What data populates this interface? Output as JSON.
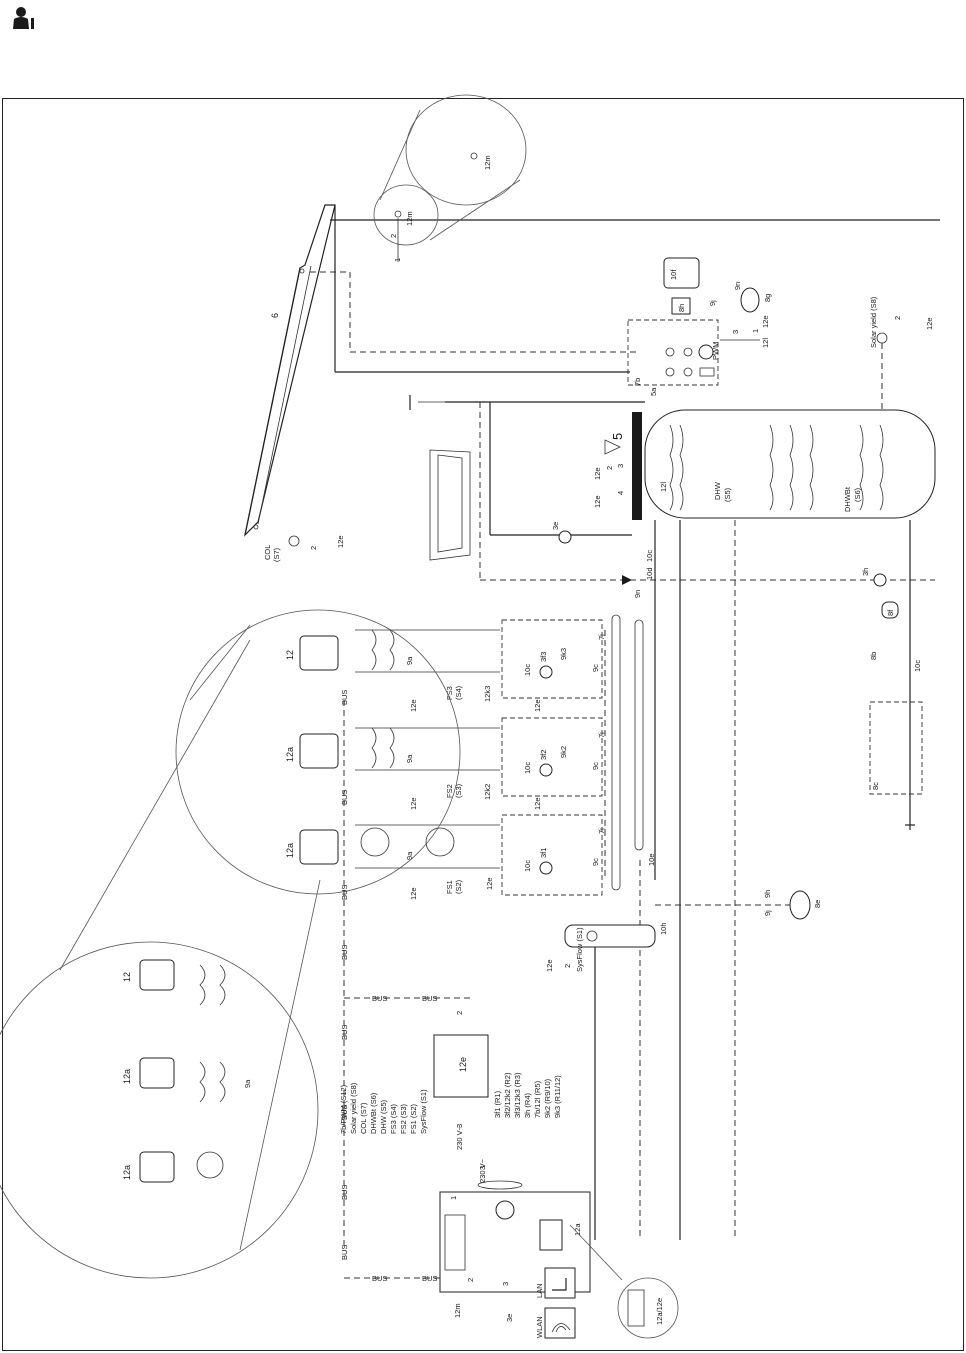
{
  "header": {
    "icon": "installer-icon"
  },
  "collector": {
    "number": "6",
    "sensor": "COL",
    "sensor_id": "(S7)",
    "wire": "2",
    "bus": "12e"
  },
  "remote": {
    "outer": "12m",
    "inner": "12m",
    "w1": "1",
    "w2": "2"
  },
  "solar_station": {
    "id": "7b",
    "pwm": "PWM",
    "s3": "3",
    "s1": "1",
    "r1": "12l",
    "r2": "12e",
    "tank_a": "10f",
    "tank_b": "8h",
    "v9n": "9n",
    "v9j": "9j",
    "v8g": "8g"
  },
  "solar_yield": {
    "label": "Solar yield (S8)",
    "wire": "2",
    "bus": "12e"
  },
  "storage": {
    "id": "5a",
    "warn": "5",
    "dhw": "DHW",
    "dhw_s": "(S5)",
    "dhwbt": "DHWBt",
    "dhwbt_s": "(S6)",
    "sensor": "12l",
    "w_top": "12e",
    "w2": "2",
    "w3": "3",
    "w4": "4",
    "w5": "5"
  },
  "dhw_pump": {
    "id": "3e"
  },
  "mix": {
    "v10c": "10c",
    "v10d": "10d",
    "v9n": "9n",
    "v3h": "3h",
    "v8f": "8f",
    "v8b": "8b",
    "wire": "12e",
    "v3": "3"
  },
  "circuits": [
    {
      "fs": "FS1",
      "s": "(S2)",
      "pump": "3f1",
      "valve": "10c",
      "sensor": "",
      "ctrl": "12a",
      "v9a": "9a",
      "v9c": "9c",
      "bus": "12e"
    },
    {
      "fs": "FS2",
      "s": "(S3)",
      "pump": "3f2",
      "valve": "10c",
      "sensor": "12k2",
      "ctrl": "12a",
      "v9a": "9a",
      "v9c": "9c",
      "mix": "9k2",
      "bus": "12e"
    },
    {
      "fs": "FS3",
      "s": "(S4)",
      "pump": "3f3",
      "valve": "10c",
      "sensor": "12k3",
      "ctrl": "12",
      "v9a": "9a",
      "v9c": "9c",
      "mix": "9k3",
      "bus": "12e"
    }
  ],
  "manifold": {
    "v10e": "10e",
    "v7j": "7j"
  },
  "sysflow": {
    "label": "SysFlow (S1)",
    "wire": "2",
    "bus": "12e",
    "v10h": "10h"
  },
  "expansion": {
    "v8e": "8e",
    "v9h": "9h",
    "v9j": "9j"
  },
  "inlet": {
    "v8c": "8c",
    "v10c": "10c"
  },
  "controller": {
    "id": "12e",
    "left": [
      "SysFlow (S1)",
      "FS1 (S2)",
      "FS2 (S3)",
      "FS3 (S4)",
      "DHW (S5)",
      "DHWBt (S6)",
      "COL (S7)",
      "Solar yield (S8)",
      "7b/PWM (S12)"
    ],
    "right": [
      "3f1 (R1)",
      "3f2/12k2 (R2)",
      "3f3/12k3 (R3)",
      "3h (R4)",
      "7b/12l (R5)",
      "9k2 (R9/10)",
      "9k3 (R11/12)"
    ],
    "power": "230 V~",
    "wire3": "3",
    "wire2": "2"
  },
  "boiler": {
    "power": "230 V~",
    "w3": "3",
    "w1": "1",
    "aux": "12a",
    "detail": "12a/12e"
  },
  "bus_label": "BUS",
  "bottom": {
    "w12m": "12m",
    "w3e": "3e",
    "w2": "2",
    "w3": "3"
  },
  "network": {
    "lan": "LAN",
    "wlan": "WLAN"
  },
  "room_ctrls": [
    "12a",
    "12a",
    "12"
  ],
  "zoom_ctrls": [
    "12a",
    "12a",
    "12"
  ],
  "zoom_9a": "9a"
}
